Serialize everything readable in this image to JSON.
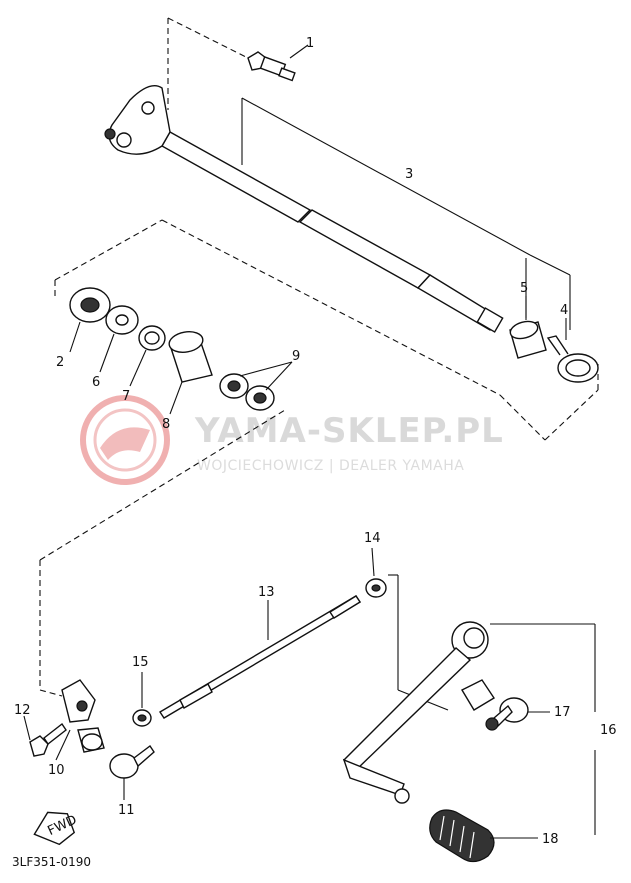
{
  "watermark": {
    "title": "YAMA-SKLEP.PL",
    "subtitle": "WOJCIECHOWICZ | DEALER YAMAHA",
    "logo_icon": "yamaha-dealer-logo-icon",
    "color": "#e8a0a0"
  },
  "diagram_code": "3LF351-0190",
  "fwd_label": "FWD",
  "callouts": [
    "1",
    "2",
    "3",
    "4",
    "5",
    "6",
    "7",
    "8",
    "9",
    "10",
    "11",
    "12",
    "13",
    "14",
    "15",
    "16",
    "17",
    "18"
  ]
}
